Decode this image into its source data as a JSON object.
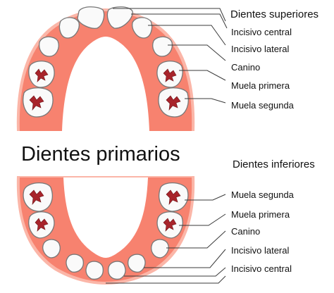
{
  "diagram": {
    "title": "Dientes primarios",
    "upper": {
      "heading": "Dientes superiores",
      "labels": [
        "Incisivo central",
        "Incisivo lateral",
        "Canino",
        "Muela primera",
        "Muela segunda"
      ]
    },
    "lower": {
      "heading": "Dientes inferiores",
      "labels": [
        "Muela segunda",
        "Muela primera",
        "Canino",
        "Incisivo lateral",
        "Incisivo central"
      ]
    }
  }
}
